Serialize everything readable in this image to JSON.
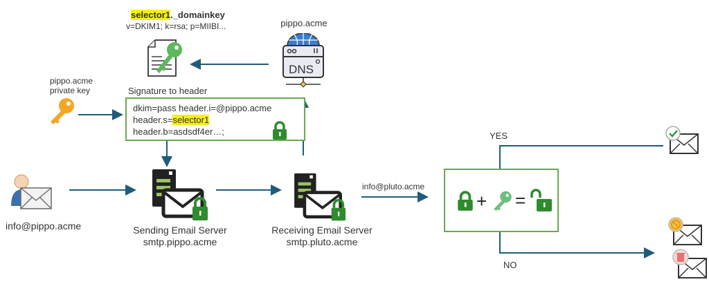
{
  "dns_record": {
    "selector": "selector1",
    "suffix": "._domainkey",
    "value": "v=DKIM1; k=rsa; p=MIIBI..."
  },
  "dns_server": {
    "domain": "pippo.acme",
    "label": "DNS"
  },
  "private_key": {
    "line1": "pippo.acme",
    "line2": "private key"
  },
  "signature": {
    "title": "Signature to header",
    "line1": "dkim=pass header.i=@pippo.acme",
    "line2_prefix": "header.s=",
    "line2_selector": "selector1",
    "line3": "header.b=asdsdf4er…;"
  },
  "sender": {
    "email": "info@pippo.acme"
  },
  "sending_server": {
    "title": "Sending Email Server",
    "host": "smtp.pippo.acme"
  },
  "receiving_server": {
    "title": "Receiving Email Server",
    "host": "smtp.pluto.acme"
  },
  "recipient": {
    "email": "info@pluto.acme"
  },
  "verify": {
    "plus": "+",
    "equals": "="
  },
  "outcomes": {
    "yes": "YES",
    "no": "NO"
  },
  "colors": {
    "arrow": "#1f5c7a",
    "green": "#2e8b2e",
    "box_border": "#6aa84f",
    "highlight": "#f7f10a"
  }
}
